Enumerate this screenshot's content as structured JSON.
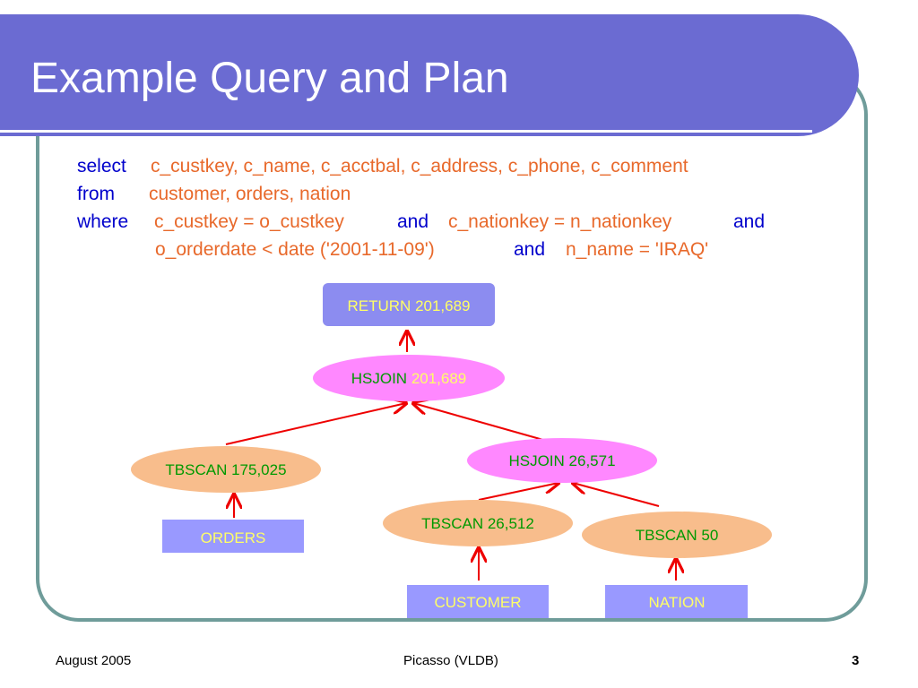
{
  "slide": {
    "title": "Example Query and Plan"
  },
  "query": {
    "select_kw": "select",
    "select_cols": "c_custkey, c_name, c_acctbal,  c_address, c_phone, c_comment",
    "from_kw": "from",
    "from_tables": "customer, orders, nation",
    "where_kw": "where",
    "cond1": "c_custkey = o_custkey",
    "and1": "and",
    "cond2": "c_nationkey = n_nationkey",
    "and2": "and",
    "cond3": "o_orderdate <  date ('2001-11-09')",
    "and3": "and",
    "cond4": "n_name = 'IRAQ'"
  },
  "plan": {
    "return": {
      "op": "RETURN",
      "card": "201,689"
    },
    "hsjoin_top": {
      "op": "HSJOIN",
      "card": "201,689"
    },
    "tbscan_orders": {
      "label": "TBSCAN 175,025"
    },
    "hsjoin_mid": {
      "label": "HSJOIN 26,571"
    },
    "tbscan_customer": {
      "label": "TBSCAN 26,512"
    },
    "tbscan_nation": {
      "label": "TBSCAN 50"
    },
    "table_orders": {
      "label": "ORDERS"
    },
    "table_customer": {
      "label": "CUSTOMER"
    },
    "table_nation": {
      "label": "NATION"
    }
  },
  "colors": {
    "title_bar": "#6b6bd2",
    "frame_border": "#6f9c9a",
    "keyword": "#0000cc",
    "query_value": "#e8692b",
    "hsjoin_fill": "#ff88ff",
    "tbscan_fill": "#f8bd8c",
    "table_fill": "#9999ff",
    "return_fill": "#8c8cf0",
    "arrow": "#ee0000",
    "node_label": "#009900",
    "table_label": "#ffff66"
  },
  "footer": {
    "date": "August 2005",
    "center": "Picasso (VLDB)",
    "page": "3"
  }
}
